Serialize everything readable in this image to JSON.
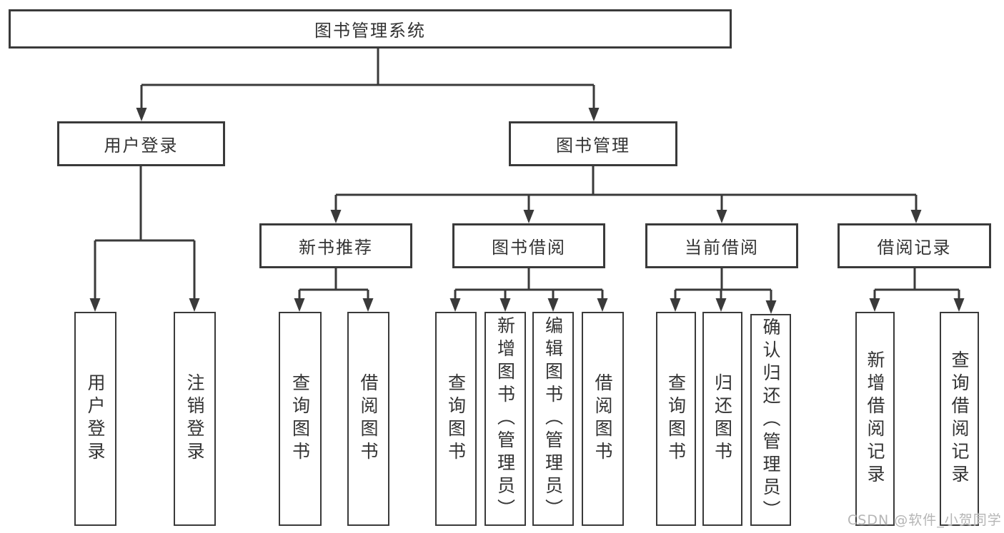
{
  "nodes": {
    "root": "图书管理系统",
    "user_login": "用户登录",
    "book_mgmt": "图书管理",
    "login_user": "用户登录",
    "login_logout": "注销登录",
    "new_books": "新书推荐",
    "book_borrow": "图书借阅",
    "current_borrow": "当前借阅",
    "borrow_records": "借阅记录",
    "nb_query": "查询图书",
    "nb_borrow": "借阅图书",
    "bb_query": "查询图书",
    "bb_add": "新增图书（管理员）",
    "bb_edit": "编辑图书（管理员）",
    "bb_borrow": "借阅图书",
    "cb_query": "查询图书",
    "cb_return": "归还图书",
    "cb_confirm": "确认归还（管理员）",
    "br_add": "新增借阅记录",
    "br_query": "查询借阅记录"
  },
  "watermark": {
    "text": "CSDN @软件_小贺同学",
    "color": "#b5b5b5"
  },
  "colors": {
    "line": "#3a3a3a",
    "text": "#333333",
    "box_fill": "#ffffff",
    "background": "#ffffff"
  }
}
